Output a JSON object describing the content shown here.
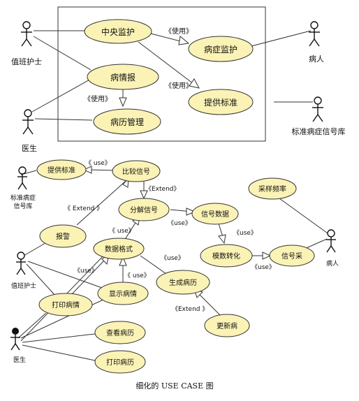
{
  "top": {
    "actors": {
      "nurse": "值班护士",
      "doctor": "医生",
      "patient": "病人",
      "stdlib": "标准病症信号库"
    },
    "usecases": {
      "central": "中央监护",
      "symptom": "病症监护",
      "report": "病情报",
      "standard": "提供标准",
      "records": "病历管理"
    },
    "labels": {
      "use1": "《使用》",
      "use2": "《使用》",
      "use3": "《使用》"
    }
  },
  "bottom": {
    "actors": {
      "stdlib_line1": "标准病症",
      "stdlib_line2": "信号库",
      "nurse": "值班护士",
      "doctor": "医生",
      "patient": "病人"
    },
    "usecases": {
      "provide": "提供标准",
      "compare": "比较信号",
      "decompose": "分解信号",
      "signal_data": "信号数据",
      "alarm": "报警",
      "data_format": "数据格式",
      "analog": "模数转化",
      "sampling": "信号采",
      "sample_rate": "采样频率",
      "generate": "生成病历",
      "print_cond": "打印病情",
      "show_cond": "显示病情",
      "view": "查看病历",
      "print_rec": "打印病历",
      "update": "更新病"
    },
    "labels": {
      "use_provide": "《 use》",
      "extend_decompose": "《Extend》",
      "extend_alarm": "《 Extend 》",
      "use_signal_data": "《use》",
      "use_format": "《 use》",
      "use_analog": "《use》",
      "use_sampling": "《use》",
      "use_generate": "《use》",
      "use_print": "《use》",
      "use_show": "《 use》",
      "extend_update": "《Extend 》"
    }
  },
  "caption": "细化的 USE CASE 图"
}
